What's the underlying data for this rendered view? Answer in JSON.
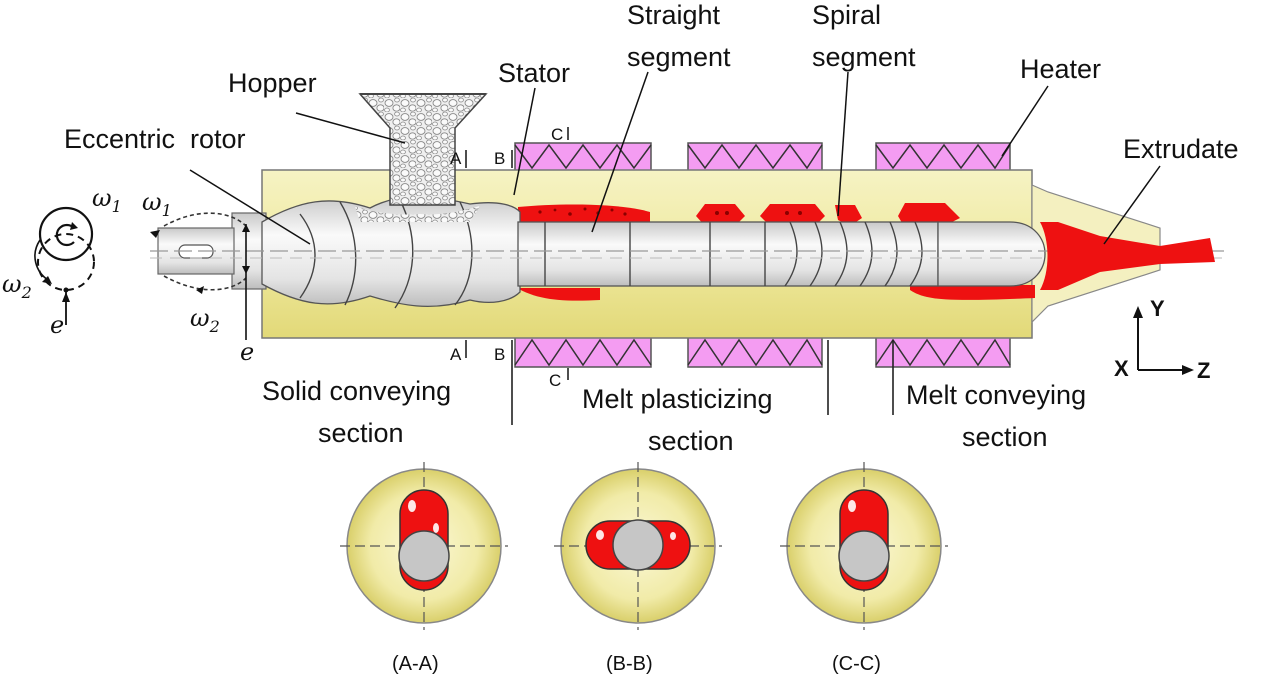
{
  "labels": {
    "hopper": "Hopper",
    "eccentric_rotor": "Eccentric  rotor",
    "stator": "Stator",
    "straight_segment_1": "Straight",
    "straight_segment_2": "segment",
    "spiral_segment_1": "Spiral",
    "spiral_segment_2": "segment",
    "heater": "Heater",
    "extrudate": "Extrudate"
  },
  "sections": {
    "solid_1": "Solid conveying",
    "solid_2": "section",
    "melt_plast_1": "Melt plasticizing",
    "melt_plast_2": "section",
    "melt_conv_1": "Melt conveying",
    "melt_conv_2": "section"
  },
  "section_marks": {
    "a": "A",
    "b": "B",
    "c": "C"
  },
  "symbols": {
    "omega": "ω",
    "sub1": "1",
    "sub2": "2",
    "e": "e"
  },
  "axes": {
    "y": "Y",
    "x": "X",
    "z": "Z"
  },
  "cross_sections": [
    "(A-A)",
    "(B-B)",
    "(C-C)"
  ],
  "colors": {
    "stator": "#f3efb0",
    "melt": "#ee1111",
    "heater": "#f49cf2",
    "rotor": "#e6e6e6"
  }
}
